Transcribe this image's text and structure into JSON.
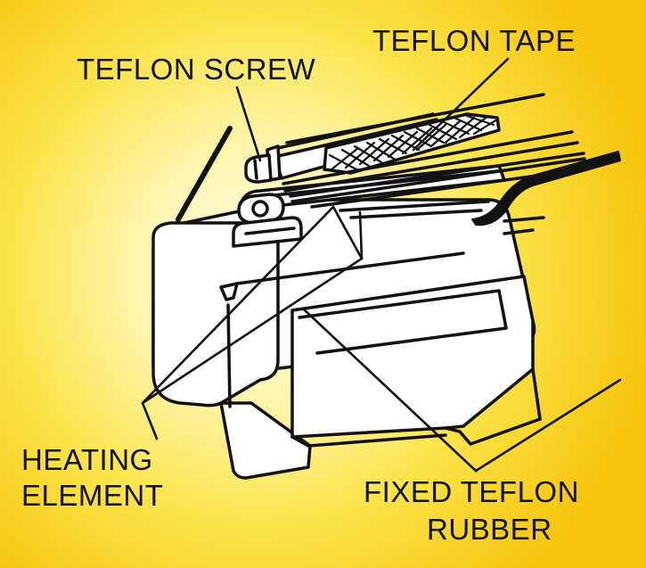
{
  "labels": {
    "teflon_tape": "TEFLON TAPE",
    "teflon_screw": "TEFLON SCREW",
    "heating_element_line1": "HEATING",
    "heating_element_line2": "ELEMENT",
    "fixed_teflon_rubber_line1": "FIXED TEFLON",
    "fixed_teflon_rubber_line2": "RUBBER"
  },
  "colors": {
    "background_center": "#fffde8",
    "background_edge": "#f6c40c",
    "ink": "#121212",
    "part_fill": "#ffffff"
  }
}
